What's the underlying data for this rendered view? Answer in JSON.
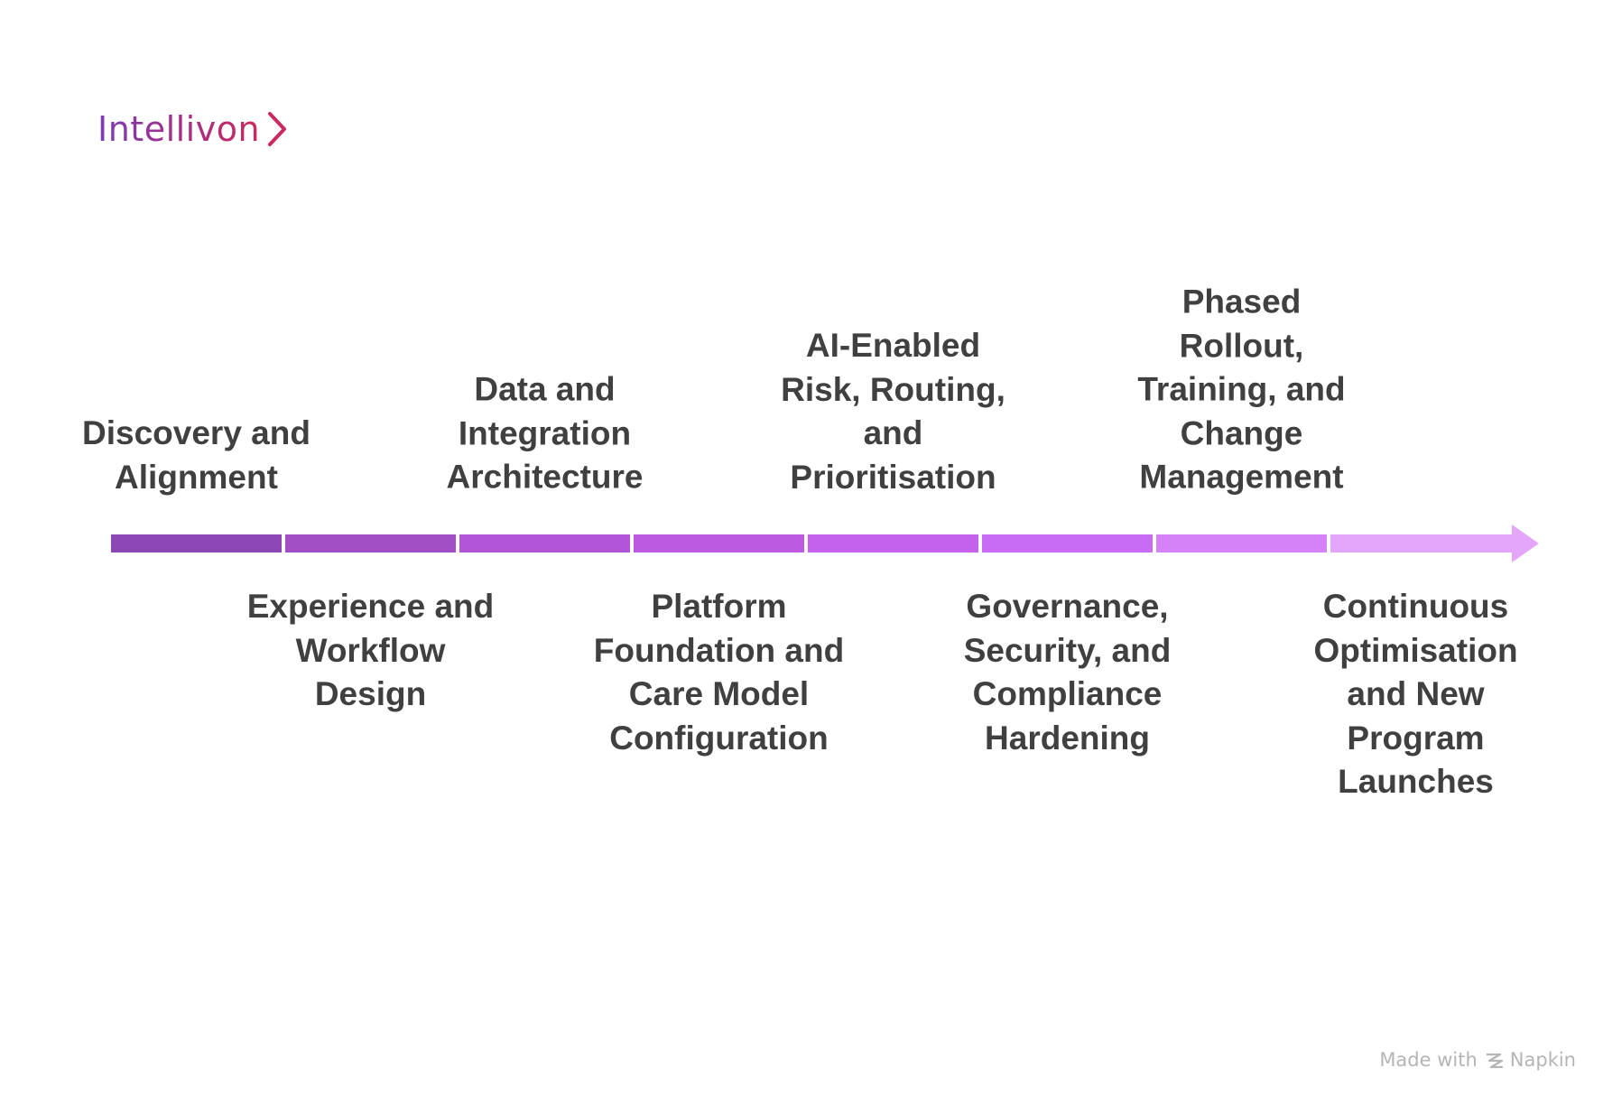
{
  "logo": {
    "text": "Intellivon",
    "icon": "chevron-right-icon",
    "gradient_colors": [
      "#7b3db8",
      "#cc2a5e"
    ]
  },
  "timeline": {
    "arrow_colors": [
      "#8b48b5",
      "#a24ec4",
      "#b255d6",
      "#bd5ae2",
      "#c462ee",
      "#c96cf5",
      "#d582f8",
      "#e3a6fa"
    ],
    "stages": [
      {
        "label": "Discovery and\nAlignment",
        "position": "above"
      },
      {
        "label": "Experience and\nWorkflow\nDesign",
        "position": "below"
      },
      {
        "label": "Data and\nIntegration\nArchitecture",
        "position": "above"
      },
      {
        "label": "Platform\nFoundation and\nCare Model\nConfiguration",
        "position": "below"
      },
      {
        "label": "AI-Enabled\nRisk, Routing,\nand\nPrioritisation",
        "position": "above"
      },
      {
        "label": "Governance,\nSecurity, and\nCompliance\nHardening",
        "position": "below"
      },
      {
        "label": "Phased\nRollout,\nTraining, and\nChange\nManagement",
        "position": "above"
      },
      {
        "label": "Continuous\nOptimisation\nand New\nProgram\nLaunches",
        "position": "below"
      }
    ]
  },
  "footer": {
    "prefix": "Made with",
    "icon": "napkin-icon",
    "brand": "Napkin"
  }
}
